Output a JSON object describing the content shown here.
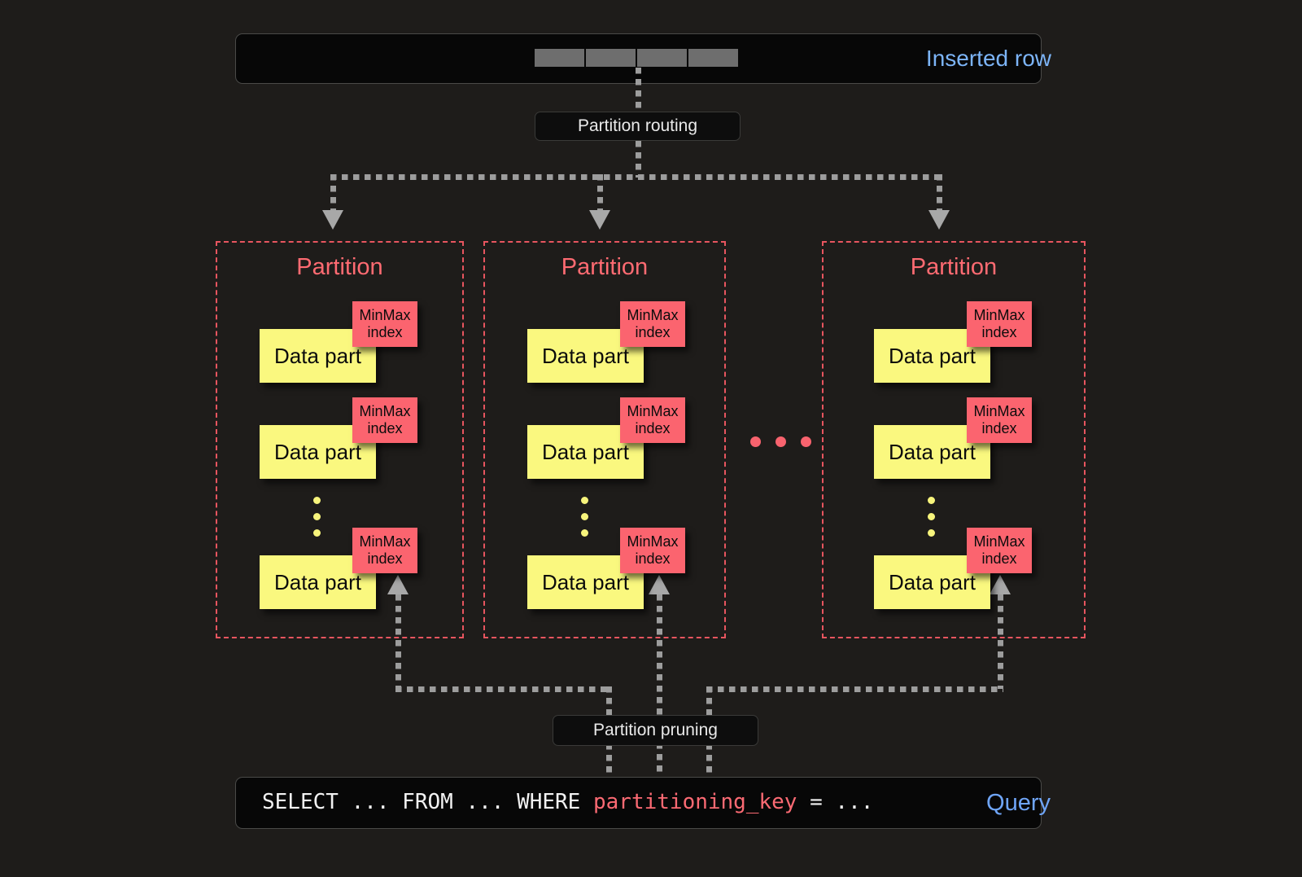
{
  "diagram": {
    "background_color": "#1e1c1a",
    "accent_red": "#ff6b72",
    "accent_yellow": "#faf87f",
    "accent_blue": "#7cb4f7"
  },
  "inserted_row": {
    "label": "Inserted row",
    "cell_count": 4,
    "cell_color": "#6e6e6e"
  },
  "routing": {
    "label": "Partition routing"
  },
  "pruning": {
    "label": "Partition pruning"
  },
  "partitions": [
    {
      "title": "Partition",
      "parts": [
        {
          "name": "Data part",
          "index": "MinMax\nindex",
          "index_line1": "MinMax",
          "index_line2": "index"
        },
        {
          "name": "Data part",
          "index_line1": "MinMax",
          "index_line2": "index"
        },
        {
          "name": "Data part",
          "index_line1": "MinMax",
          "index_line2": "index"
        }
      ],
      "ellipsis": "vertical"
    },
    {
      "title": "Partition",
      "parts": [
        {
          "name": "Data part",
          "index_line1": "MinMax",
          "index_line2": "index"
        },
        {
          "name": "Data part",
          "index_line1": "MinMax",
          "index_line2": "index"
        },
        {
          "name": "Data part",
          "index_line1": "MinMax",
          "index_line2": "index"
        }
      ],
      "ellipsis": "vertical"
    },
    {
      "title": "Partition",
      "parts": [
        {
          "name": "Data part",
          "index_line1": "MinMax",
          "index_line2": "index"
        },
        {
          "name": "Data part",
          "index_line1": "MinMax",
          "index_line2": "index"
        },
        {
          "name": "Data part",
          "index_line1": "MinMax",
          "index_line2": "index"
        }
      ],
      "ellipsis": "vertical"
    }
  ],
  "partition_ellipsis_dots": 3,
  "query": {
    "label": "Query",
    "prefix": "SELECT ... FROM ... WHERE ",
    "key": "partitioning_key",
    "suffix": " = ..."
  }
}
